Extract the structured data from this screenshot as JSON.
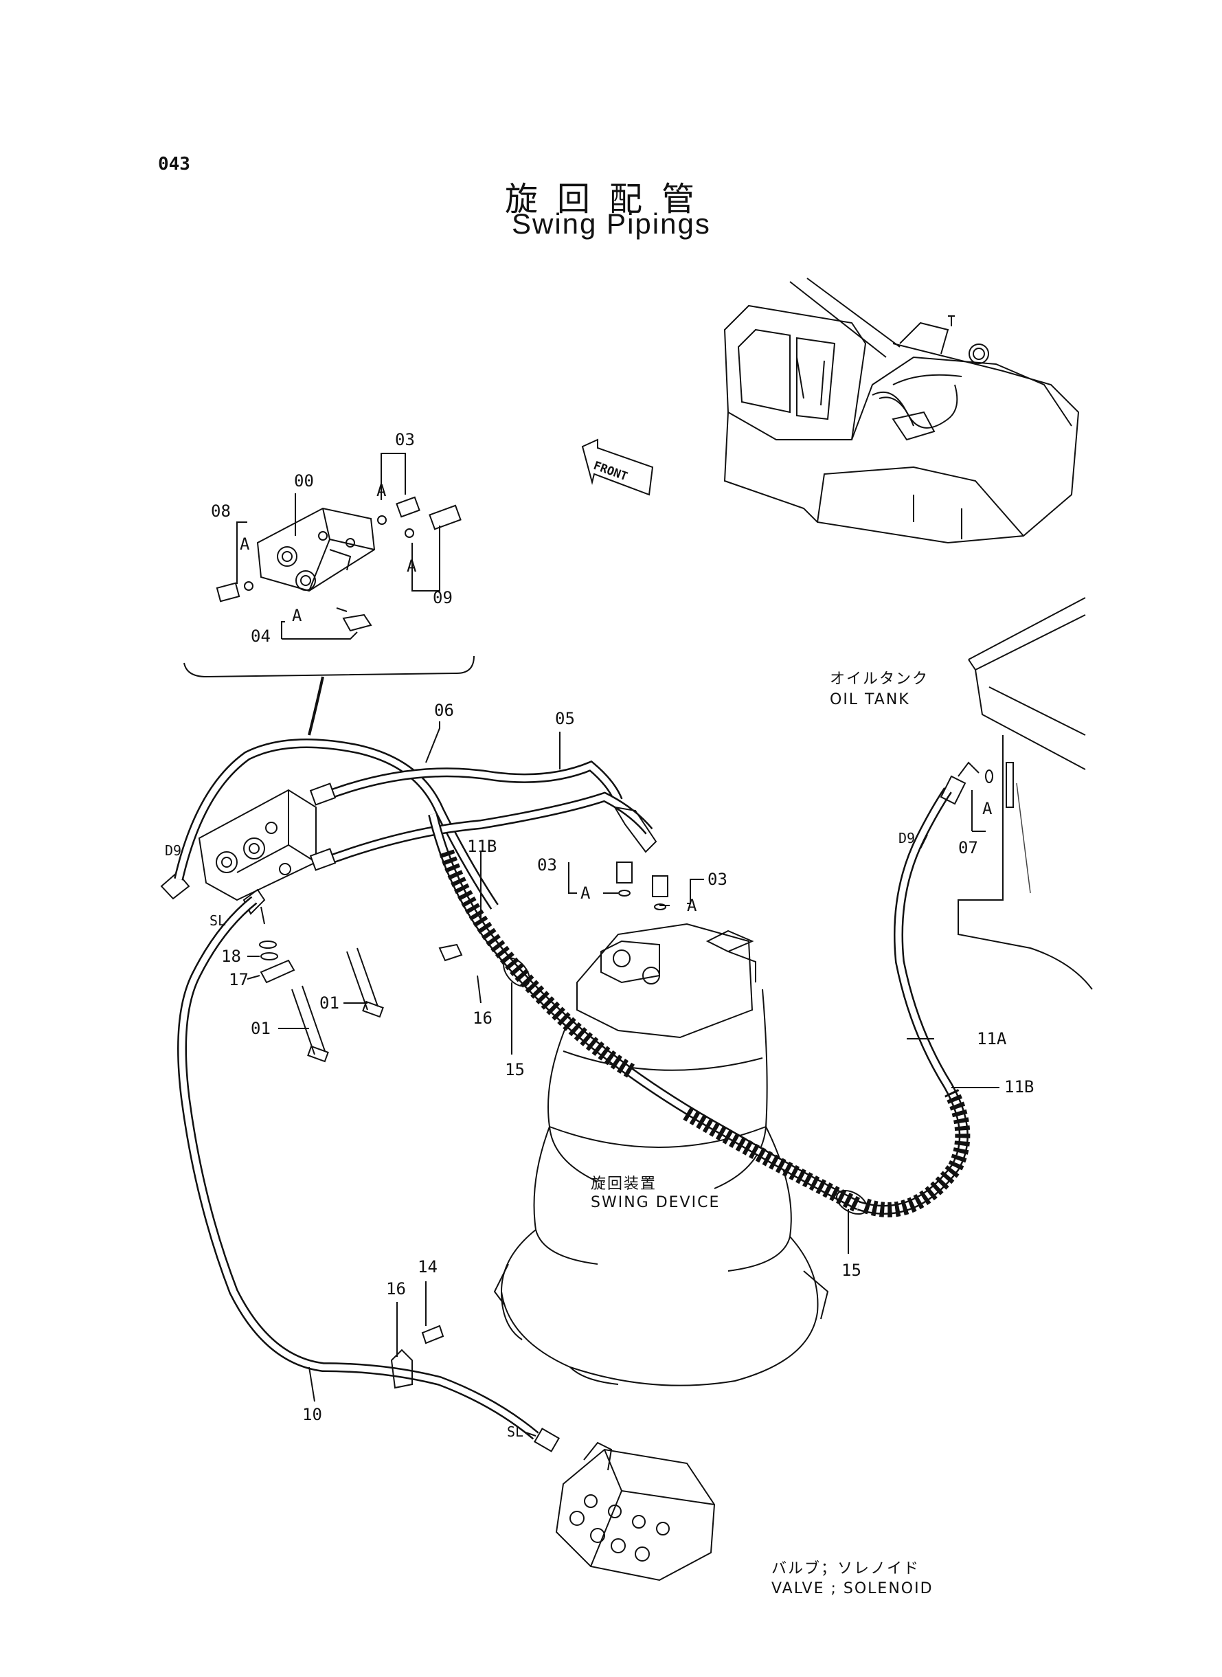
{
  "page": {
    "page_number": "043",
    "title_jp": "旋回配管",
    "title_en": "Swing Pipings"
  },
  "callouts": [
    {
      "id": "c03a",
      "text": "03"
    },
    {
      "id": "c00",
      "text": "00"
    },
    {
      "id": "c08",
      "text": "08"
    },
    {
      "id": "cA1",
      "text": "A"
    },
    {
      "id": "cA2",
      "text": "A"
    },
    {
      "id": "cA3",
      "text": "A"
    },
    {
      "id": "c09",
      "text": "09"
    },
    {
      "id": "cA4",
      "text": "A"
    },
    {
      "id": "c04",
      "text": "04"
    },
    {
      "id": "c06",
      "text": "06"
    },
    {
      "id": "c05",
      "text": "05"
    },
    {
      "id": "cD9a",
      "text": "D9"
    },
    {
      "id": "c11Ba",
      "text": "11B"
    },
    {
      "id": "c03b",
      "text": "03"
    },
    {
      "id": "cA5",
      "text": "A"
    },
    {
      "id": "c03c",
      "text": "03"
    },
    {
      "id": "cA6",
      "text": "A"
    },
    {
      "id": "cSLa",
      "text": "SL"
    },
    {
      "id": "c18",
      "text": "18"
    },
    {
      "id": "c17",
      "text": "17"
    },
    {
      "id": "c01a",
      "text": "01"
    },
    {
      "id": "c01b",
      "text": "01"
    },
    {
      "id": "c16a",
      "text": "16"
    },
    {
      "id": "c15a",
      "text": "15"
    },
    {
      "id": "cD9b",
      "text": "D9"
    },
    {
      "id": "cA7",
      "text": "A"
    },
    {
      "id": "c07",
      "text": "07"
    },
    {
      "id": "c11A",
      "text": "11A"
    },
    {
      "id": "c11Bb",
      "text": "11B"
    },
    {
      "id": "c15b",
      "text": "15"
    },
    {
      "id": "c14",
      "text": "14"
    },
    {
      "id": "c16b",
      "text": "16"
    },
    {
      "id": "c10",
      "text": "10"
    },
    {
      "id": "cSLb",
      "text": "SL"
    }
  ],
  "notes": {
    "oil_tank_jp": "オイルタンク",
    "oil_tank_en": "OIL TANK",
    "swing_device_jp": "旋回装置",
    "swing_device_en": "SWING DEVICE",
    "valve_jp": "バルブ；ソレノイド",
    "valve_en": "VALVE ; SOLENOID",
    "front": "FRONT"
  }
}
